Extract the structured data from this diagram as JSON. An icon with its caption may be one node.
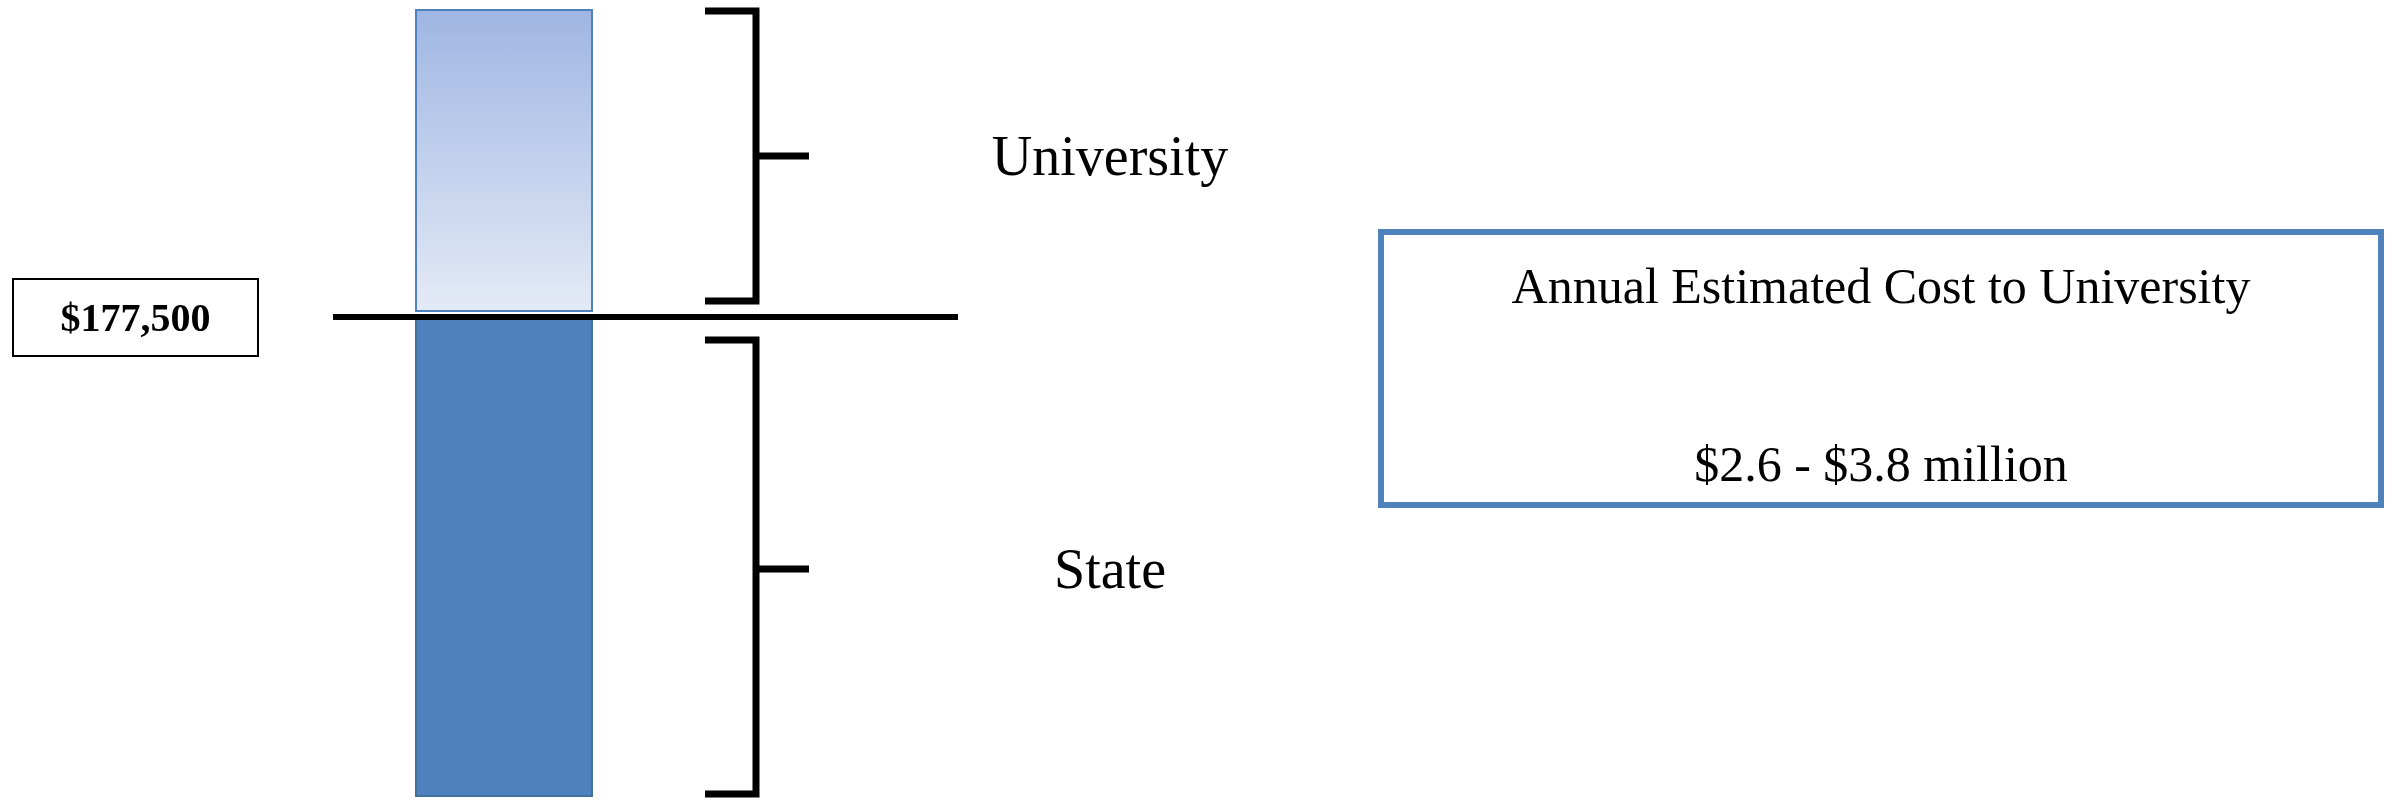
{
  "diagram": {
    "nodes": [
      {
        "text": [
          "$177,500"
        ]
      },
      {
        "text": [
          "Annual Estimated Cost to University",
          "$2.6 - $3.8 million"
        ]
      }
    ],
    "labels": [
      "University",
      "State"
    ]
  }
}
